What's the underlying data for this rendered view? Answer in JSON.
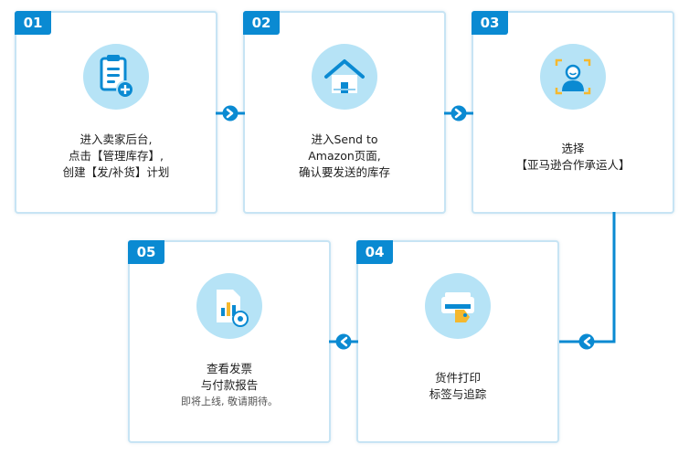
{
  "steps": [
    {
      "number": "01",
      "lines": [
        "进入卖家后台,",
        "点击【管理库存】,",
        "创建【发/补货】计划"
      ]
    },
    {
      "number": "02",
      "lines": [
        "进入Send to",
        "Amazon页面,",
        "确认要发送的库存"
      ]
    },
    {
      "number": "03",
      "lines": [
        "选择",
        "【亚马逊合作承运人】"
      ]
    },
    {
      "number": "04",
      "lines": [
        "货件打印",
        "标签与追踪"
      ]
    },
    {
      "number": "05",
      "lines": [
        "查看发票",
        "与付款报告"
      ],
      "note": "即将上线, 敬请期待。"
    }
  ],
  "icons": {
    "step1": "clipboard-plus-icon",
    "step2": "house-icon",
    "step3": "person-scan-icon",
    "step4": "label-printer-icon",
    "step5": "report-chart-icon",
    "connector": "chevron-arrow-icon"
  },
  "colors": {
    "accent": "#0a8ad2",
    "icon_bg": "#b6e3f6",
    "card_border": "#c7e4f4",
    "icon_yellow": "#f5b82e"
  }
}
